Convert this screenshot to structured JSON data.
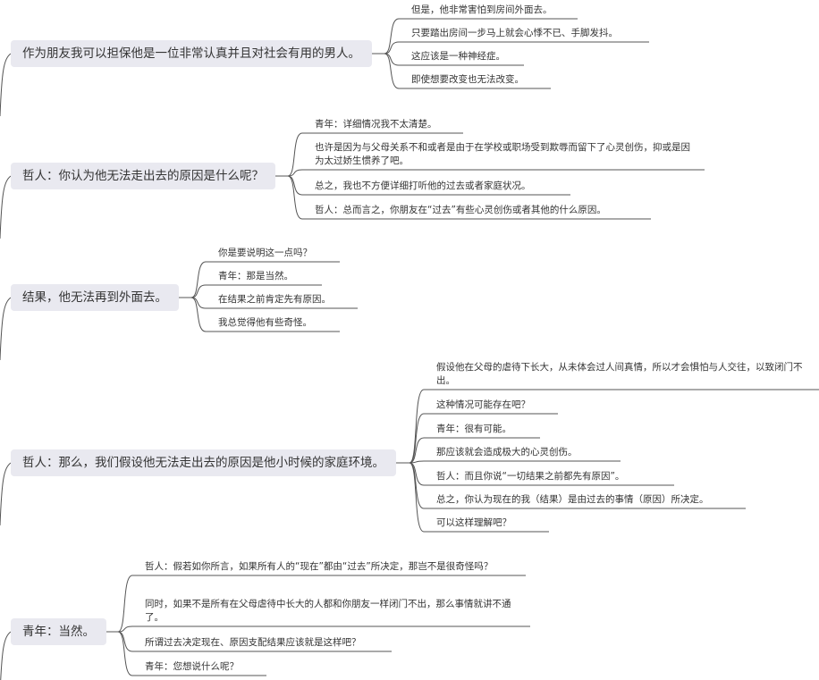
{
  "colors": {
    "topic_bg": "#e9e9f0",
    "line": "#555555",
    "text": "#333333"
  },
  "branches": [
    {
      "topic": "作为朋友我可以担保他是一位非常认真并且对社会有用的男人。",
      "leaves": [
        "但是，他非常害怕到房间外面去。",
        "只要踏出房间一步马上就会心悸不已、手脚发抖。",
        "这应该是一种神经症。",
        "即使想要改变也无法改变。"
      ]
    },
    {
      "topic": "哲人：你认为他无法走出去的原因是什么呢？",
      "leaves": [
        "青年：详细情况我不太清楚。",
        "也许是因为与父母关系不和或者是由于在学校或职场受到欺辱而留下了心灵创伤，抑或是因为太过娇生惯养了吧。",
        "总之，我也不方便详细打听他的过去或者家庭状况。",
        "哲人：总而言之，你朋友在“过去”有些心灵创伤或者其他的什么原因。"
      ]
    },
    {
      "topic": "结果，他无法再到外面去。",
      "leaves": [
        "你是要说明这一点吗？",
        "青年：那是当然。",
        "在结果之前肯定先有原因。",
        "我总觉得他有些奇怪。"
      ]
    },
    {
      "topic": "哲人：那么，我们假设他无法走出去的原因是他小时候的家庭环境。",
      "leaves": [
        "假设他在父母的虐待下长大，从未体会过人间真情，所以才会惧怕与人交往，以致闭门不出。",
        "这种情况可能存在吧？",
        "青年：很有可能。",
        "那应该就会造成极大的心灵创伤。",
        "哲人：而且你说“一切结果之前都先有原因”。",
        "总之，你认为现在的我（结果）是由过去的事情（原因）所决定。",
        "可以这样理解吧？"
      ]
    },
    {
      "topic": "青年：当然。",
      "leaves": [
        "哲人：假若如你所言，如果所有人的“现在”都由“过去”所决定，那岂不是很奇怪吗？",
        "同时，如果不是所有在父母虐待中长大的人都和你朋友一样闭门不出，那么事情就讲不通了。",
        "所谓过去决定现在、原因支配结果应该就是这样吧？",
        "青年：您想说什么呢？"
      ]
    }
  ]
}
